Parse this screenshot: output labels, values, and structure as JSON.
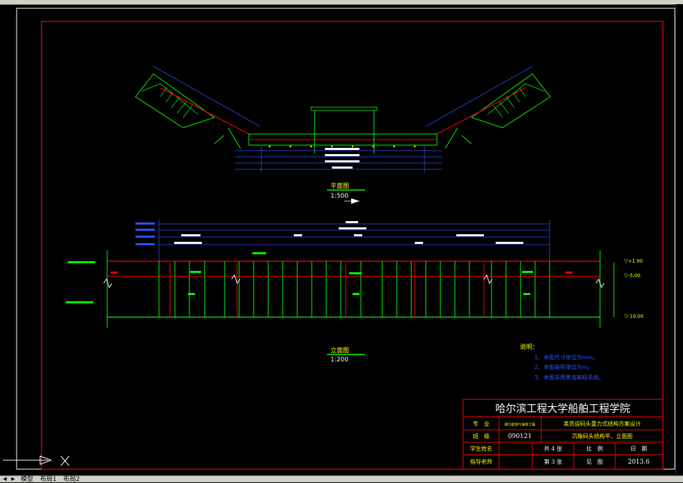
{
  "title_block": {
    "institute": "哈尔滨工程大学船舶工程学院",
    "row1_label": "专　业",
    "row1_value": "港口航道与海岸工程",
    "row1_title": "某货运码头重力式结构方案设计",
    "row2_label": "班　级",
    "row2_value": "090121",
    "row2_title": "沉箱码头结构平、立面图",
    "row3_label": "学生姓名",
    "row4_label": "指导老师",
    "total_sheets": "共 4 张",
    "sheet_no": "第 3 张",
    "scale_label": "比　例",
    "scale_value": "见　图",
    "date_label": "日　期",
    "date_value": "2013.6"
  },
  "plan_view": {
    "label": "平面图",
    "scale": "1:500"
  },
  "elevation_view": {
    "label": "立面图",
    "scale": "1:200"
  },
  "notes": {
    "heading": "说明：",
    "items": [
      "1、本图尺寸单位为mm。",
      "2、本图高程单位为m。",
      "3、本图采用黄海高程系统。"
    ]
  },
  "elevation_marks": {
    "top_right": "▽+1.90",
    "mid_right": "▽-5.00",
    "bottom_right": "▽-10.00"
  },
  "ui": {
    "tabs": [
      "模型",
      "布局1",
      "布局2"
    ],
    "colors": {
      "frame": "#ff0000",
      "lines_green": "#00ff00",
      "dims_blue": "#3050ff",
      "text_yellow": "#ffff00",
      "white": "#ffffff"
    }
  }
}
